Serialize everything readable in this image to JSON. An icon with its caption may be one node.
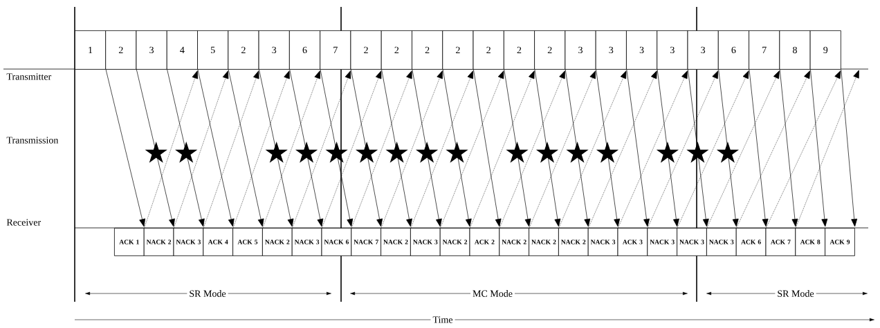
{
  "diagram": {
    "nodes": [
      {
        "text": [
          "1"
        ]
      },
      {
        "text": [
          "2"
        ]
      },
      {
        "text": [
          "3"
        ]
      },
      {
        "text": [
          "4"
        ]
      },
      {
        "text": [
          "5"
        ]
      },
      {
        "text": [
          "2"
        ]
      },
      {
        "text": [
          "3"
        ]
      },
      {
        "text": [
          "6"
        ]
      },
      {
        "text": [
          "7"
        ]
      },
      {
        "text": [
          "2"
        ]
      },
      {
        "text": [
          "2"
        ]
      },
      {
        "text": [
          "2"
        ]
      },
      {
        "text": [
          "2"
        ]
      },
      {
        "text": [
          "2"
        ]
      },
      {
        "text": [
          "2"
        ]
      },
      {
        "text": [
          "2"
        ]
      },
      {
        "text": [
          "3"
        ]
      },
      {
        "text": [
          "3"
        ]
      },
      {
        "text": [
          "3"
        ]
      },
      {
        "text": [
          "3"
        ]
      },
      {
        "text": [
          "3"
        ]
      },
      {
        "text": [
          "6"
        ]
      },
      {
        "text": [
          "7"
        ]
      },
      {
        "text": [
          "8"
        ]
      },
      {
        "text": [
          "9"
        ]
      },
      {
        "text": [
          "ACK 1"
        ]
      },
      {
        "text": [
          "NACK 2"
        ]
      },
      {
        "text": [
          "NACK 3"
        ]
      },
      {
        "text": [
          "ACK 4"
        ]
      },
      {
        "text": [
          "ACK 5"
        ]
      },
      {
        "text": [
          "NACK 2"
        ]
      },
      {
        "text": [
          "NACK 3"
        ]
      },
      {
        "text": [
          "NACK 6"
        ]
      },
      {
        "text": [
          "NACK 7"
        ]
      },
      {
        "text": [
          "NACK 2"
        ]
      },
      {
        "text": [
          "NACK 3"
        ]
      },
      {
        "text": [
          "NACK 2"
        ]
      },
      {
        "text": [
          "ACK 2"
        ]
      },
      {
        "text": [
          "NACK 2"
        ]
      },
      {
        "text": [
          "NACK 2"
        ]
      },
      {
        "text": [
          "NACK 2"
        ]
      },
      {
        "text": [
          "NACK 3"
        ]
      },
      {
        "text": [
          "ACK 3"
        ]
      },
      {
        "text": [
          "NACK 3"
        ]
      },
      {
        "text": [
          "NACK 3"
        ]
      },
      {
        "text": [
          "NACK 3"
        ]
      },
      {
        "text": [
          "ACK 6"
        ]
      },
      {
        "text": [
          "ACK 7"
        ]
      },
      {
        "text": [
          "ACK 8"
        ]
      },
      {
        "text": [
          "ACK 9"
        ]
      }
    ],
    "edges": [
      {
        "from": 0,
        "to": 25,
        "arrow": "to"
      },
      {
        "from": 1,
        "to": 26,
        "arrow": "to"
      },
      {
        "from": 2,
        "to": 27,
        "arrow": "to"
      },
      {
        "from": 3,
        "to": 28,
        "arrow": "to"
      },
      {
        "from": 4,
        "to": 29,
        "arrow": "to"
      },
      {
        "from": 5,
        "to": 30,
        "arrow": "to"
      },
      {
        "from": 6,
        "to": 31,
        "arrow": "to"
      },
      {
        "from": 7,
        "to": 32,
        "arrow": "to"
      },
      {
        "from": 8,
        "to": 33,
        "arrow": "to"
      },
      {
        "from": 9,
        "to": 34,
        "arrow": "to"
      },
      {
        "from": 10,
        "to": 35,
        "arrow": "to"
      },
      {
        "from": 11,
        "to": 36,
        "arrow": "to"
      },
      {
        "from": 12,
        "to": 37,
        "arrow": "to"
      },
      {
        "from": 13,
        "to": 38,
        "arrow": "to"
      },
      {
        "from": 14,
        "to": 39,
        "arrow": "to"
      },
      {
        "from": 15,
        "to": 40,
        "arrow": "to"
      },
      {
        "from": 16,
        "to": 41,
        "arrow": "to"
      },
      {
        "from": 17,
        "to": 42,
        "arrow": "to"
      },
      {
        "from": 18,
        "to": 43,
        "arrow": "to"
      },
      {
        "from": 19,
        "to": 44,
        "arrow": "to"
      },
      {
        "from": 20,
        "to": 45,
        "arrow": "to"
      },
      {
        "from": 21,
        "to": 46,
        "arrow": "to"
      },
      {
        "from": 22,
        "to": 47,
        "arrow": "to"
      },
      {
        "from": 23,
        "to": 48,
        "arrow": "to"
      },
      {
        "from": 24,
        "to": 49,
        "arrow": "to"
      },
      {
        "from": 25,
        "to": 3,
        "arrow": "to",
        "style": "dashed"
      },
      {
        "from": 26,
        "to": 4,
        "arrow": "to",
        "style": "dashed"
      },
      {
        "from": 27,
        "to": 5,
        "arrow": "to",
        "style": "dashed"
      },
      {
        "from": 28,
        "to": 6,
        "arrow": "to",
        "style": "dashed"
      },
      {
        "from": 29,
        "to": 7,
        "arrow": "to",
        "style": "dashed"
      },
      {
        "from": 30,
        "to": 8,
        "arrow": "to",
        "style": "dashed"
      },
      {
        "from": 31,
        "to": 9,
        "arrow": "to",
        "style": "dashed"
      },
      {
        "from": 32,
        "to": 10,
        "arrow": "to",
        "style": "dashed"
      },
      {
        "from": 33,
        "to": 11,
        "arrow": "to",
        "style": "dashed"
      },
      {
        "from": 34,
        "to": 12,
        "arrow": "to",
        "style": "dashed"
      },
      {
        "from": 35,
        "to": 13,
        "arrow": "to",
        "style": "dashed"
      },
      {
        "from": 36,
        "to": 14,
        "arrow": "to",
        "style": "dashed"
      },
      {
        "from": 37,
        "to": 15,
        "arrow": "to",
        "style": "dashed"
      },
      {
        "from": 38,
        "to": 16,
        "arrow": "to",
        "style": "dashed"
      },
      {
        "from": 39,
        "to": 17,
        "arrow": "to",
        "style": "dashed"
      },
      {
        "from": 40,
        "to": 18,
        "arrow": "to",
        "style": "dashed"
      },
      {
        "from": 41,
        "to": 19,
        "arrow": "to",
        "style": "dashed"
      },
      {
        "from": 42,
        "to": 20,
        "arrow": "to",
        "style": "dashed"
      },
      {
        "from": 43,
        "to": 21,
        "arrow": "to",
        "style": "dashed"
      },
      {
        "from": 44,
        "to": 22,
        "arrow": "to",
        "style": "dashed"
      },
      {
        "from": 45,
        "to": 23,
        "arrow": "to",
        "style": "dashed"
      },
      {
        "from": 46,
        "to": 24,
        "arrow": "to",
        "style": "dashed"
      },
      {
        "from": 47,
        "to": null,
        "arrow": "to",
        "style": "dashed"
      }
    ],
    "labels": [
      "Transmitter",
      "Transmission",
      "Receiver",
      "SR Mode",
      "MC Mode",
      "SR Mode",
      "Time"
    ]
  }
}
